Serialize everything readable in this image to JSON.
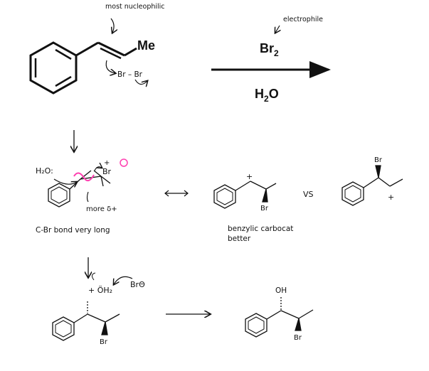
{
  "reaction": {
    "reagent_top": "Br",
    "reagent_top_sub": "2",
    "reagent_bottom_main": "H",
    "reagent_bottom_sub": "2",
    "reagent_bottom_end": "O",
    "methyl_label": "Me",
    "note_nucleophile": "most nucleophilic",
    "note_electrophile": "electrophile",
    "note_bromine": "Br – Br"
  },
  "bromonium": {
    "water": "H₂O:",
    "br_label": "Br",
    "plus": "+",
    "note_more_positive": "more δ+",
    "note_bond": "C-Br bond very long"
  },
  "resonance": {
    "plus": "+",
    "br_label": "Br",
    "vs_label": "VS",
    "note_benzylic": "benzylic carbocat",
    "note_better": "better",
    "alt_br_label": "Br",
    "alt_plus": "+"
  },
  "oxonium": {
    "oh2_label": "+ ÖH₂",
    "bromide_label": "BrΘ",
    "br_label": "Br"
  },
  "product": {
    "oh_label": "OH",
    "br_label": "Br"
  },
  "colors": {
    "ink": "#111111",
    "highlight": "#ff3fb0"
  }
}
